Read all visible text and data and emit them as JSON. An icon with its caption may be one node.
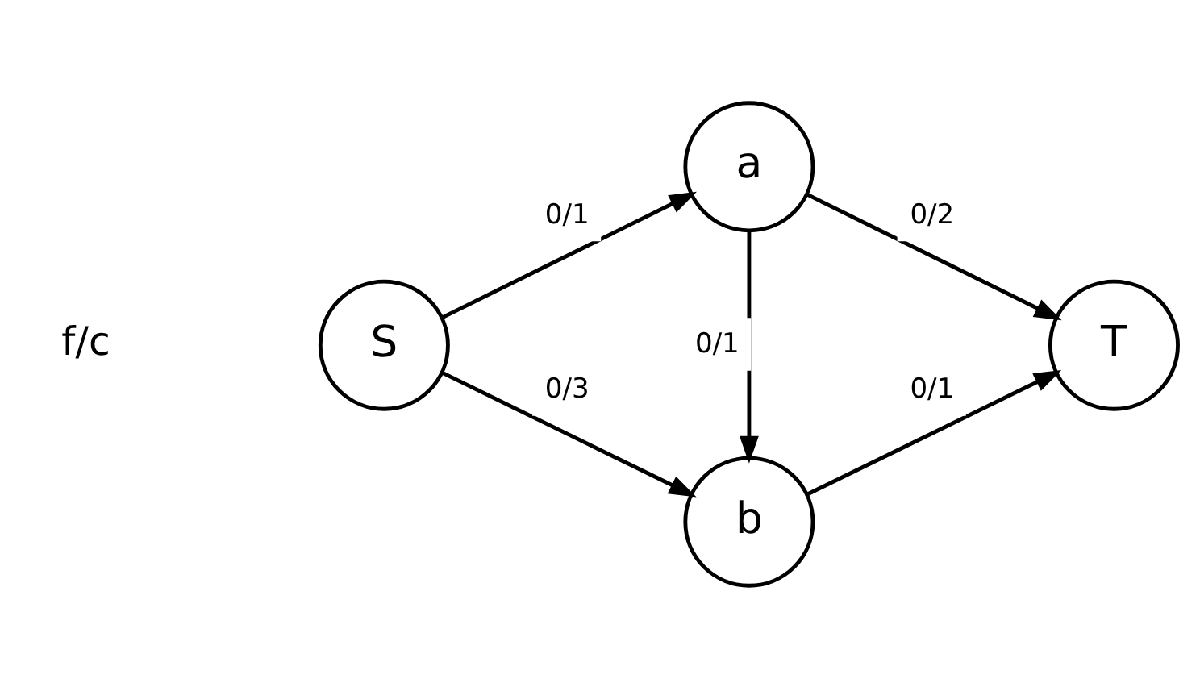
{
  "diagram": {
    "nodes": [
      {
        "text": [
          "S"
        ]
      },
      {
        "text": [
          "a"
        ]
      },
      {
        "text": [
          "b"
        ]
      },
      {
        "text": [
          "T"
        ]
      }
    ],
    "edges": [
      {
        "from": 0,
        "to": 1,
        "arrow": "to",
        "label": "0/1"
      },
      {
        "from": 1,
        "to": 3,
        "arrow": "to",
        "label": "0/2"
      },
      {
        "from": 1,
        "to": 2,
        "arrow": "to",
        "label": "0/1"
      },
      {
        "from": 0,
        "to": 2,
        "arrow": "to",
        "label": "0/3"
      },
      {
        "from": 2,
        "to": 3,
        "arrow": "to",
        "label": "0/1"
      }
    ],
    "labels": [
      "f/c"
    ]
  }
}
